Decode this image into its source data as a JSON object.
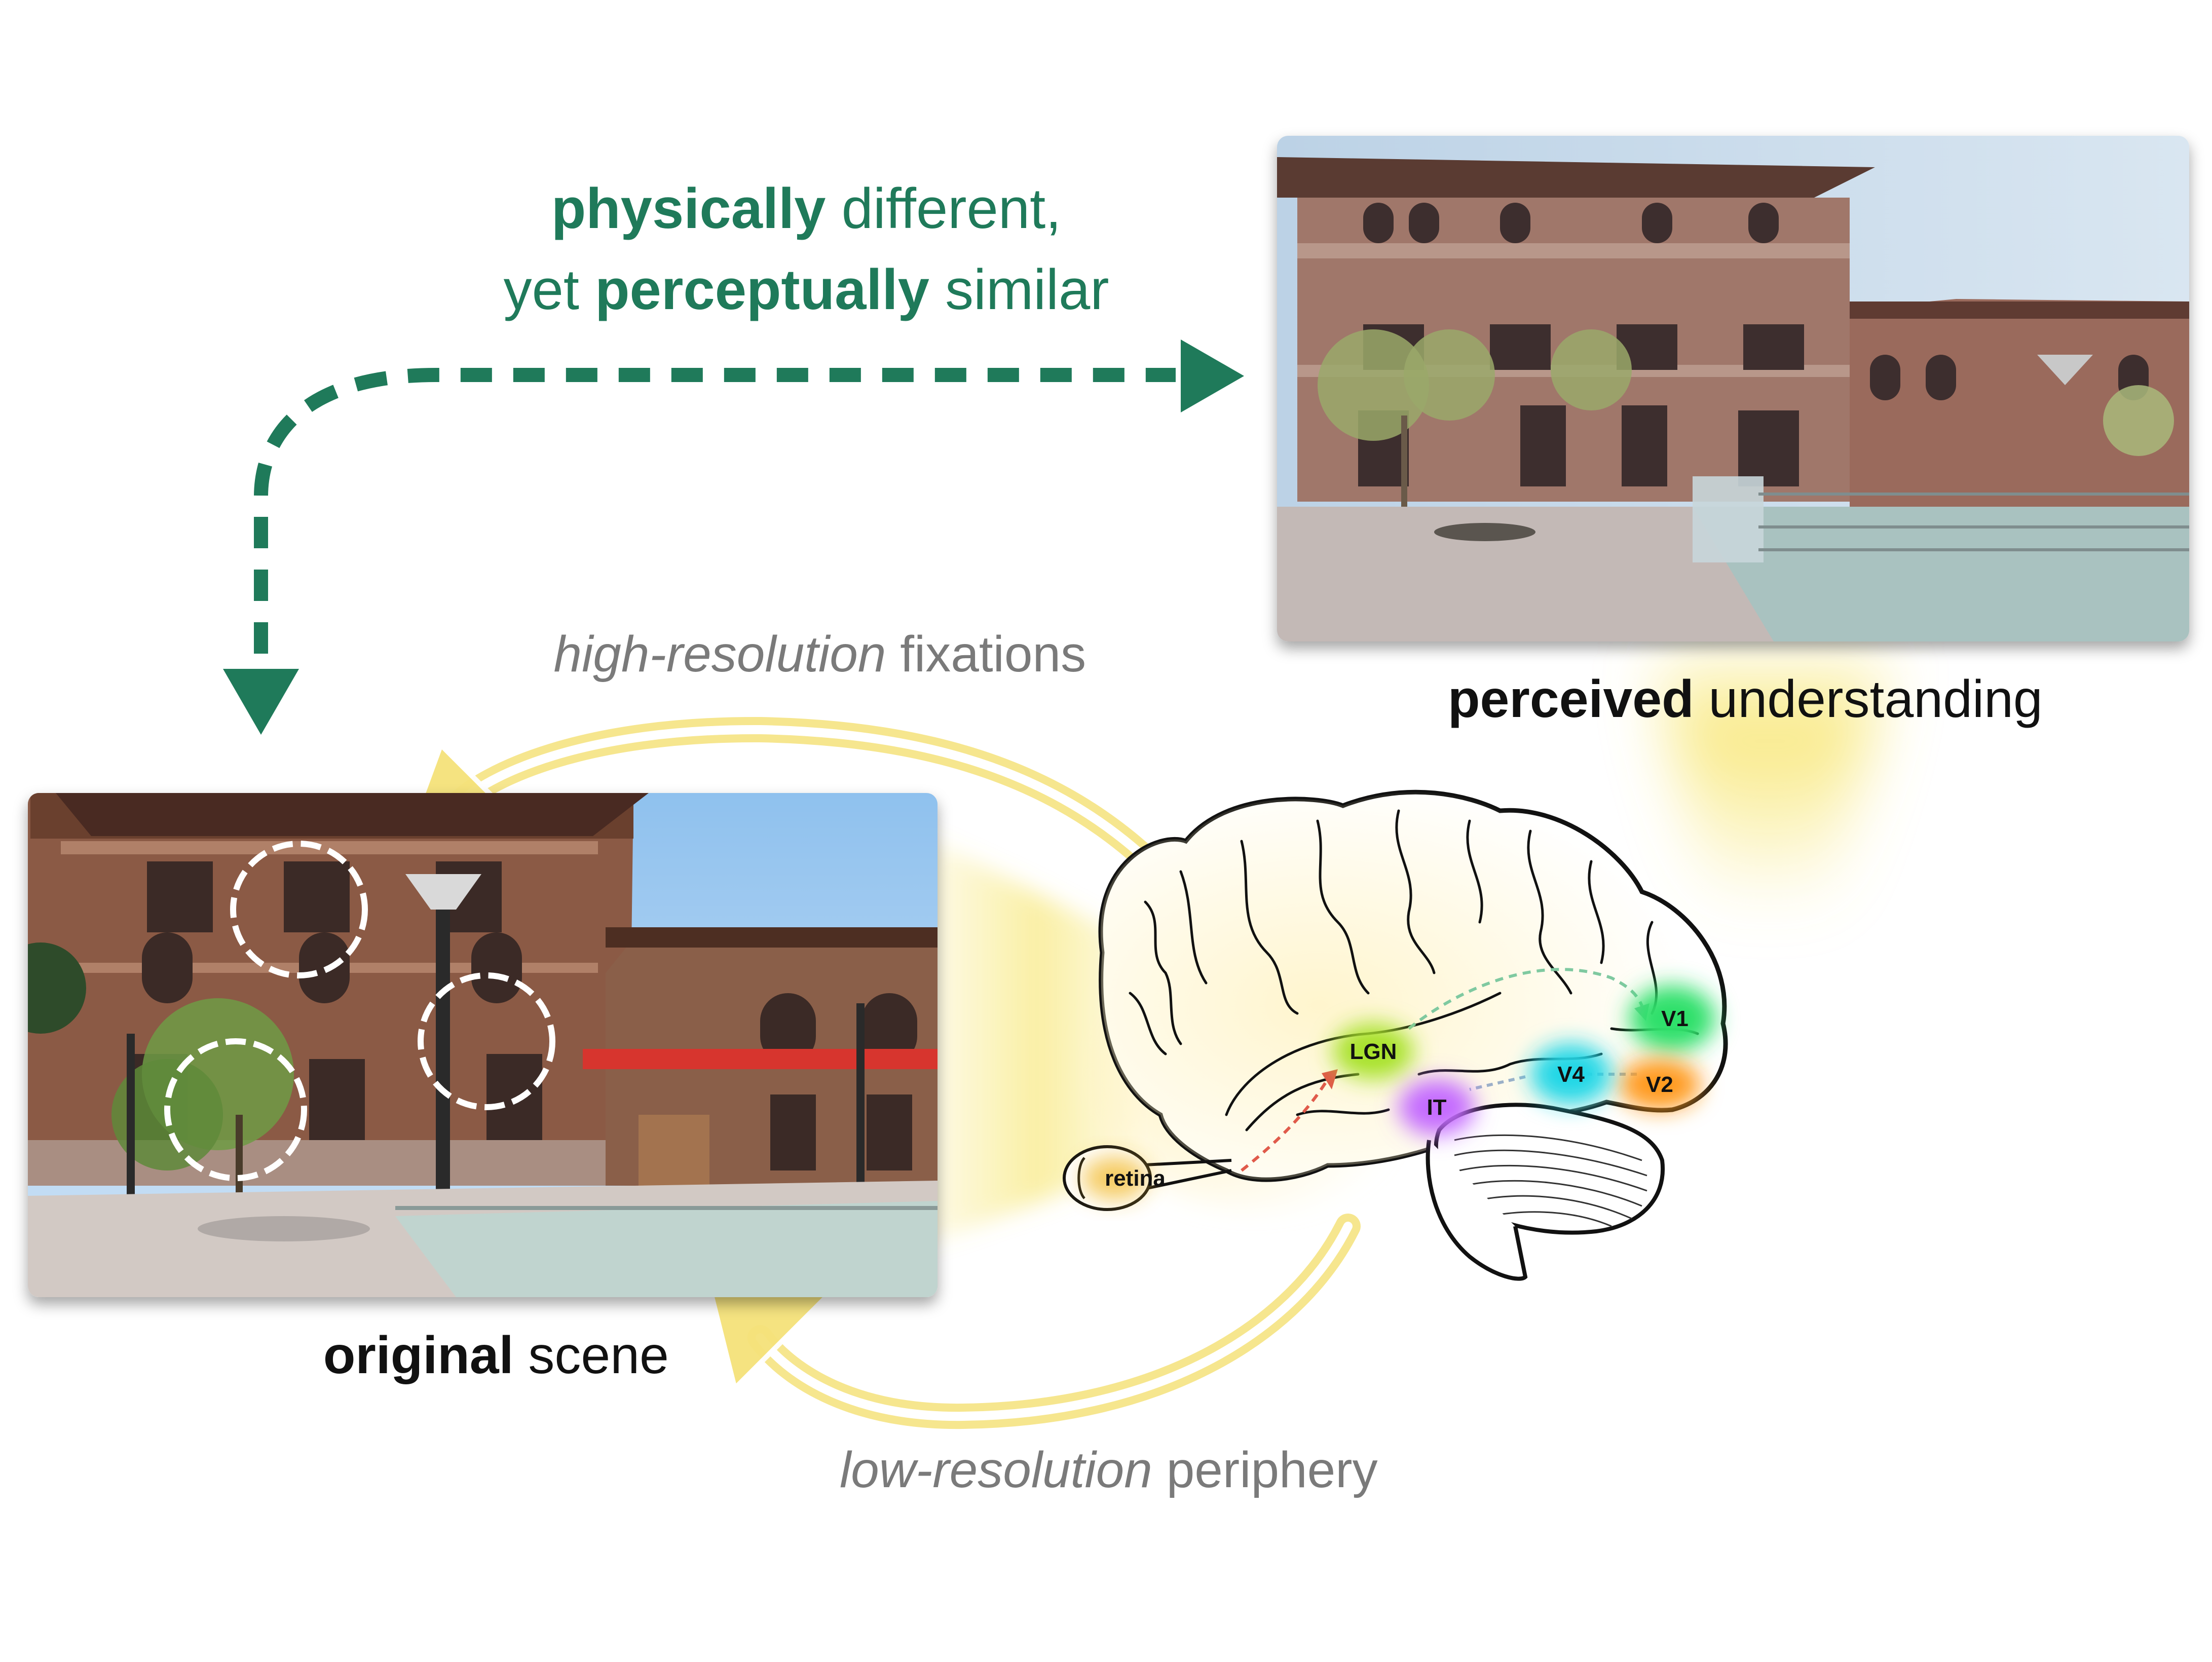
{
  "similarity_caption": {
    "line1_bold": "physically",
    "line1_rest": " different,",
    "line2_start": "yet ",
    "line2_bold": "perceptually",
    "line2_rest": " similar"
  },
  "captions": {
    "original_bold": "original",
    "original_rest": " scene",
    "perceived_bold": "perceived",
    "perceived_rest": " understanding",
    "high_italic": "high-resolution",
    "high_rest": " fixations",
    "low_italic": "low-resolution",
    "low_rest": " periphery"
  },
  "brain_regions": {
    "retina": "retina",
    "lgn": "LGN",
    "v1": "V1",
    "v2": "V2",
    "v4": "V4",
    "it": "IT"
  },
  "colors": {
    "green_text": "#1f7a5a",
    "loop_yellow": "#f2e06a",
    "region_lgn": "#a8e22a",
    "region_v1": "#2de06a",
    "region_v2": "#ff9a1f",
    "region_v4": "#23d7e6",
    "region_it": "#c46bff",
    "region_retina": "#f2b92a"
  }
}
